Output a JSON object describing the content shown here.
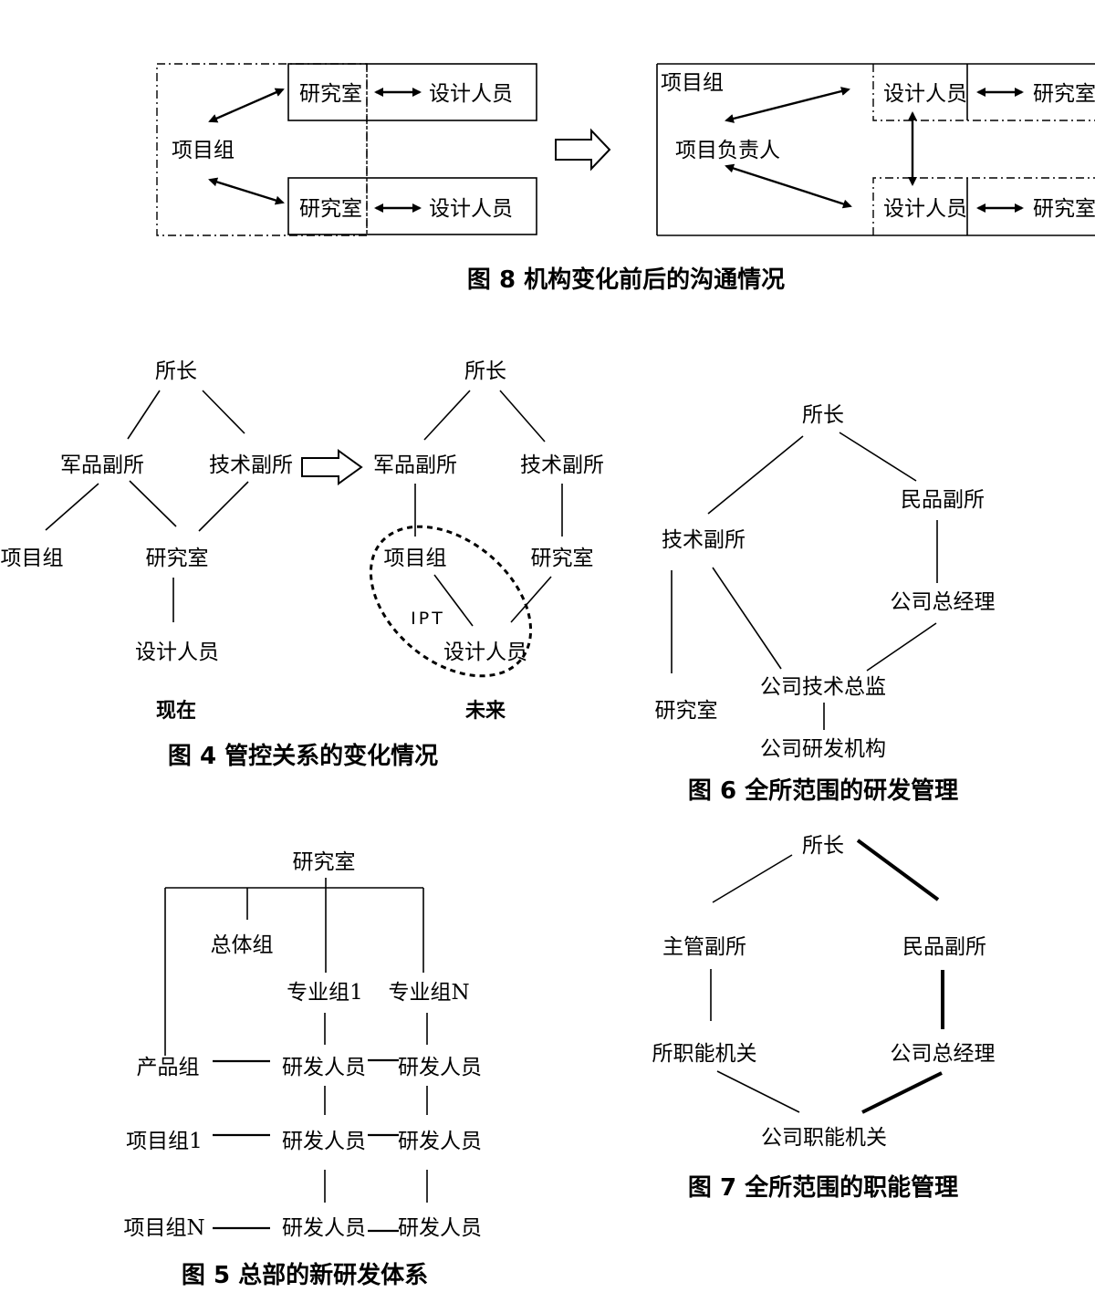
{
  "fig8": {
    "caption": "图 8  机构变化前后的沟通情况",
    "before": {
      "project_group": "项目组",
      "lab_top": "研究室",
      "designer_top": "设计人员",
      "lab_bottom": "研究室",
      "designer_bottom": "设计人员"
    },
    "after": {
      "project_group": "项目组",
      "project_lead": "项目负责人",
      "designer_top": "设计人员",
      "lab_top": "研究室",
      "designer_bottom": "设计人员",
      "lab_bottom": "研究室"
    }
  },
  "fig4": {
    "caption": "图 4  管控关系的变化情况",
    "now": {
      "label": "现在",
      "director": "所长",
      "military_vp": "军品副所",
      "tech_vp": "技术副所",
      "project_group": "项目组",
      "lab": "研究室",
      "designer": "设计人员"
    },
    "future": {
      "label": "未来",
      "director": "所长",
      "military_vp": "军品副所",
      "tech_vp": "技术副所",
      "project_group": "项目组",
      "lab": "研究室",
      "ipt": "IPT",
      "designer": "设计人员"
    }
  },
  "fig6": {
    "caption": "图 6  全所范围的研发管理",
    "director": "所长",
    "civil_vp": "民品副所",
    "tech_vp": "技术副所",
    "gm": "公司总经理",
    "lab": "研究室",
    "cto": "公司技术总监",
    "rd_org": "公司研发机构"
  },
  "fig5": {
    "caption": "图 5  总部的新研发体系",
    "lab": "研究室",
    "general_group": "总体组",
    "specialty_1": "专业组1",
    "specialty_n": "专业组N",
    "product_group": "产品组",
    "project_1": "项目组1",
    "project_n": "项目组N",
    "rd_staff": "研发人员"
  },
  "fig7": {
    "caption": "图 7  全所范围的职能管理",
    "director": "所长",
    "supervising_vp": "主管副所",
    "civil_vp": "民品副所",
    "functional_dept": "所职能机关",
    "gm": "公司总经理",
    "company_functional": "公司职能机关"
  }
}
